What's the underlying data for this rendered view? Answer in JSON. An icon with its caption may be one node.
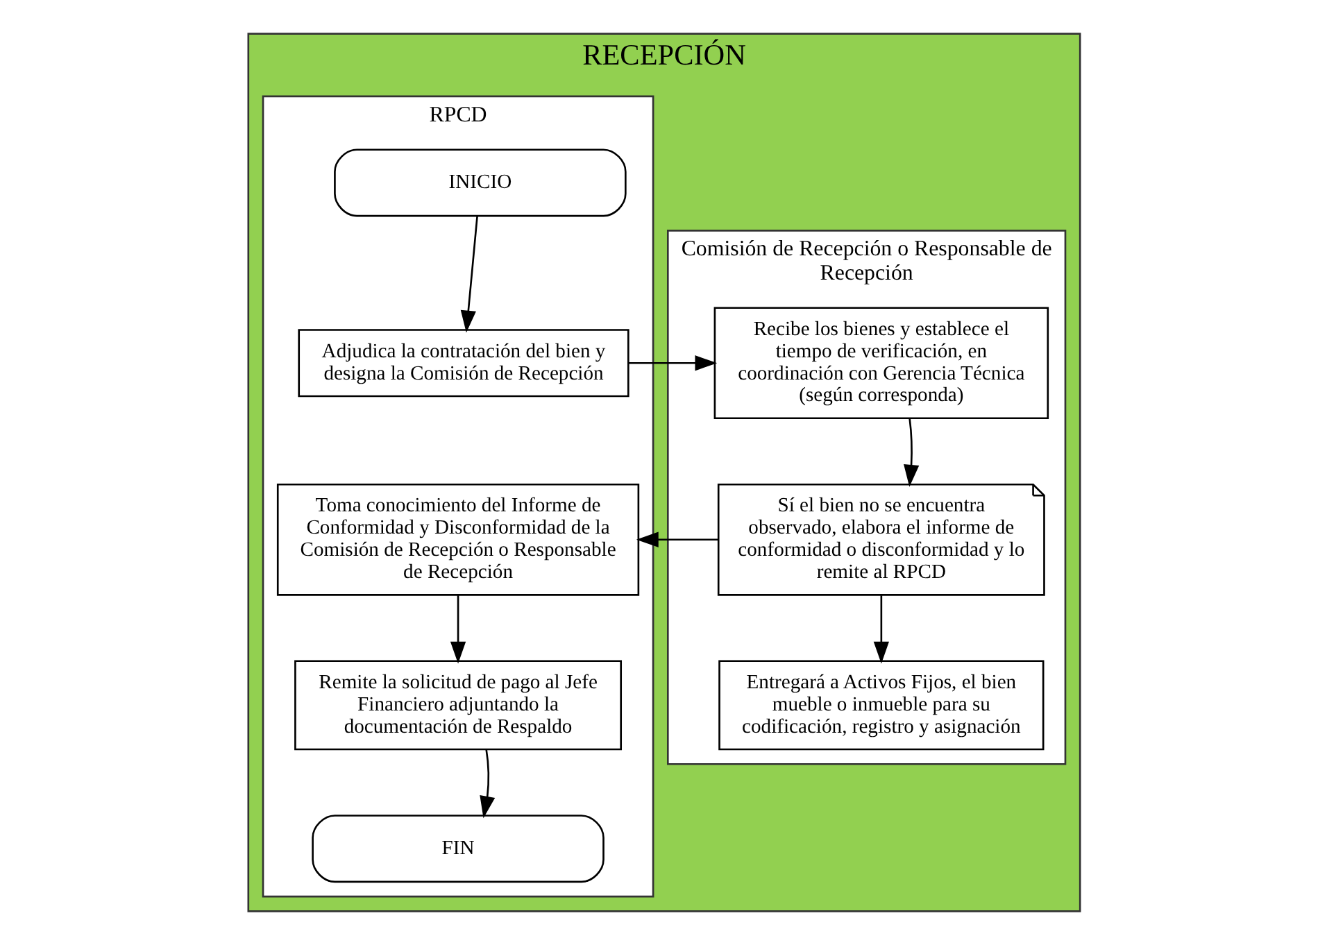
{
  "diagram": {
    "nodes": [
      {
        "text": [
          "RECEPCIÓN"
        ]
      },
      {
        "text": [
          "RPCD"
        ],
        "in": 0
      },
      {
        "text": [
          "Comisión de Recepción o Responsable de Recepción"
        ],
        "in": 0
      },
      {
        "text": [
          "INICIO"
        ],
        "in": 1
      },
      {
        "text": [
          "Adjudica la contratación del bien y designa la Comisión de Recepción"
        ],
        "in": 1
      },
      {
        "text": [
          "Recibe los bienes y establece el tiempo de verificación, en coordinación con Gerencia Técnica (según corresponda)"
        ],
        "in": 2
      },
      {
        "text": [
          "Toma conocimiento del Informe de Conformidad y Disconformidad de la Comisión de Recepción o Responsable de Recepción"
        ],
        "in": 1
      },
      {
        "text": [
          "Sí el bien no se encuentra observado, elabora el informe de conformidad o disconformidad y lo remite al RPCD"
        ],
        "in": 2
      },
      {
        "text": [
          "Remite la solicitud de pago al Jefe Financiero adjuntando la documentación de Respaldo"
        ],
        "in": 1
      },
      {
        "text": [
          "Entregará a Activos Fijos, el bien mueble o inmueble para su codificación, registro y asignación"
        ],
        "in": 2
      },
      {
        "text": [
          "FIN"
        ],
        "in": 1
      }
    ],
    "edges": [
      {
        "from": 3,
        "to": 4,
        "arrow": "to"
      },
      {
        "from": 4,
        "to": 5,
        "arrow": "to"
      },
      {
        "from": 5,
        "to": 7,
        "arrow": "to"
      },
      {
        "from": 7,
        "to": 6,
        "arrow": "to"
      },
      {
        "from": 6,
        "to": 8,
        "arrow": "to"
      },
      {
        "from": 7,
        "to": 9,
        "arrow": "to"
      },
      {
        "from": 8,
        "to": 10,
        "arrow": "to"
      }
    ]
  }
}
